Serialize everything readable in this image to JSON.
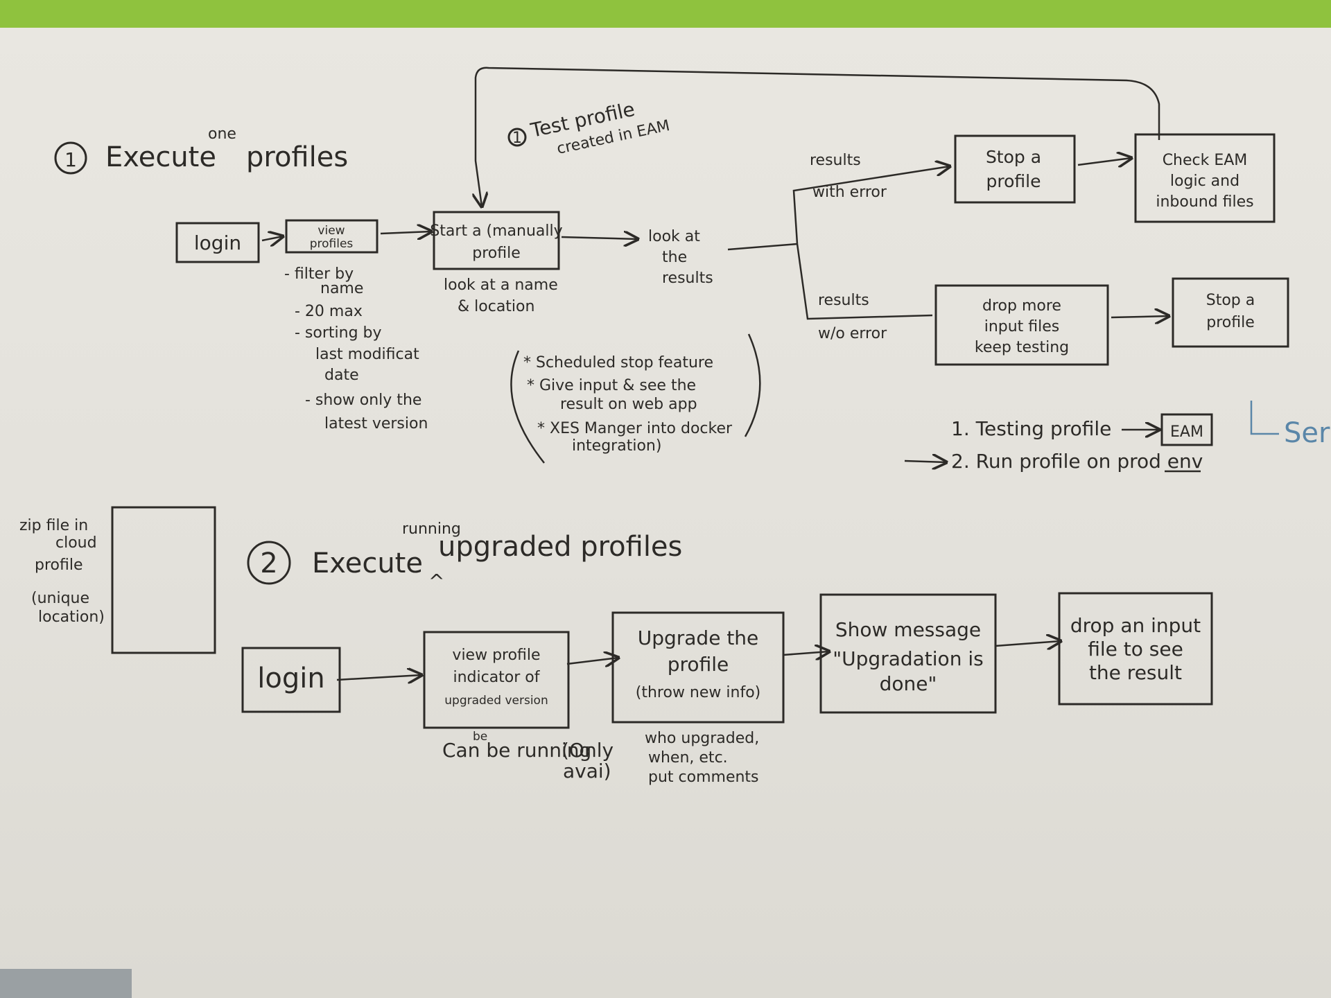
{
  "section1": {
    "number": "1",
    "title": "Execute",
    "title_insert": "one",
    "title_end": "profiles",
    "boxes": {
      "login": "login",
      "view_profiles": [
        "view",
        "profiles"
      ],
      "start_profile": [
        "Start a (manually",
        "profile"
      ],
      "stop_profile_error": [
        "Stop a",
        "profile"
      ],
      "check_eam": [
        "Check EAM",
        "logic and",
        "inbound files"
      ],
      "drop_more": [
        "drop more",
        "input files",
        "keep testing"
      ],
      "stop_profile_ok": [
        "Stop a",
        "profile"
      ]
    },
    "look_results": [
      "look at",
      "the",
      "results"
    ],
    "test_profile": "Test profile",
    "test_profile_num": "1",
    "created_in_eam": "created in EAM",
    "under_start": [
      "look at a name",
      "& location"
    ],
    "view_notes": [
      "- filter by",
      "name",
      "- 20 max",
      "- sorting by",
      "last modificat",
      "date",
      "- show only the",
      "latest version"
    ],
    "results_with_error": [
      "results",
      "with error"
    ],
    "results_without_error": [
      "results",
      "w/o error"
    ],
    "features": [
      "* Scheduled stop feature",
      "* Give input & see the",
      "result on web app",
      "* XES Manger into docker",
      "integration)"
    ],
    "testing_notes": [
      "1. Testing profile",
      "2. Run profile on prod env"
    ],
    "eam_label": "EAM",
    "side_note": "Ser"
  },
  "section2": {
    "number": "2",
    "title": "Execute",
    "title_insert": "running",
    "title_end": "upgraded profiles",
    "caret": "^",
    "zip_note": [
      "zip file in",
      "cloud",
      "profile",
      "(unique",
      "location)"
    ],
    "boxes": {
      "login": "login",
      "view_profile": [
        "view profile",
        "indicator of",
        "upgraded version"
      ],
      "upgrade": [
        "Upgrade the",
        "profile",
        "(throw new info)"
      ],
      "show_message": [
        "Show message",
        "\"Upgradation is",
        "done\""
      ],
      "drop_input": [
        "drop an input",
        "file to see",
        "the result"
      ]
    },
    "can_be_running": "Can be running",
    "can_be_running_insert": "be",
    "only_avai": [
      "(Only",
      "avai)"
    ],
    "upgrade_notes": [
      "who upgraded,",
      "when, etc.",
      "put comments"
    ]
  }
}
